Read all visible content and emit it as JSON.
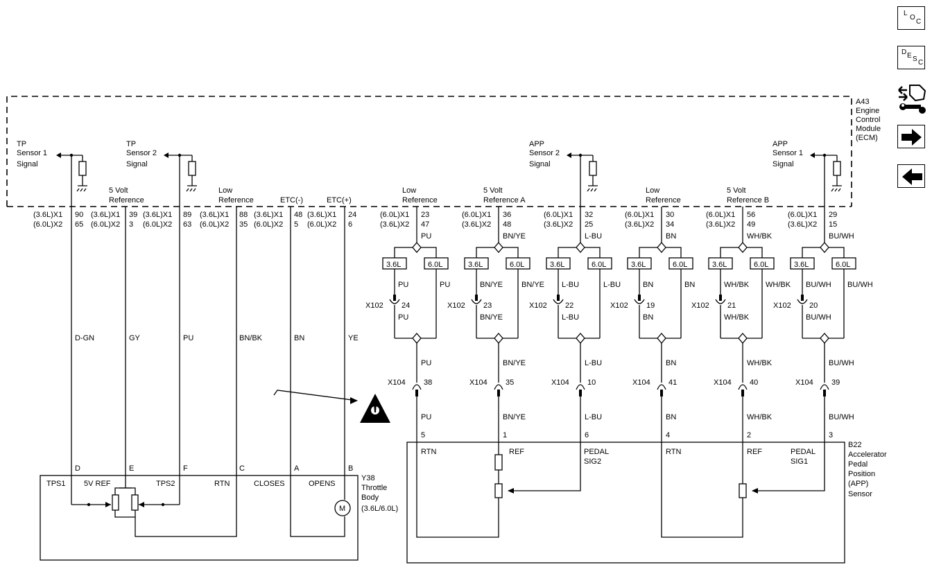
{
  "side_buttons": {
    "loc": {
      "l1": "L",
      "l2": "O",
      "l3": "C"
    },
    "desc": {
      "l1": "D",
      "l2": "E",
      "l3": "S",
      "l4": "C"
    }
  },
  "ecm": {
    "lines": [
      "A43",
      "Engine",
      "Control",
      "Module",
      "(ECM)"
    ]
  },
  "throttle": {
    "lines": [
      "Y38",
      "Throttle",
      "Body",
      "(3.6L/6.0L)"
    ]
  },
  "app": {
    "lines": [
      "B22",
      "Accelerator",
      "Pedal",
      "Position",
      "(APP)",
      "Sensor"
    ]
  },
  "signals": {
    "tp1": [
      "TP",
      "Sensor 1",
      "Signal"
    ],
    "tp2": [
      "TP",
      "Sensor 2",
      "Signal"
    ],
    "app2": [
      "APP",
      "Sensor 2",
      "Signal"
    ],
    "app1": [
      "APP",
      "Sensor 1",
      "Signal"
    ]
  },
  "refs": {
    "fivev": [
      "5 Volt",
      "Reference"
    ],
    "low": [
      "Low",
      "Reference"
    ],
    "etcm": "ETC(-)",
    "etcp": "ETC(+)",
    "low_b": [
      "Low",
      "Reference"
    ],
    "fivev_a": [
      "5 Volt",
      "Reference A"
    ],
    "low_c": [
      "Low",
      "Reference"
    ],
    "fivev_b": [
      "5 Volt",
      "Reference B"
    ]
  },
  "connectors_left": [
    {
      "l1": "(3.6L)X1",
      "l2": "(6.0L)X2",
      "p1": "90",
      "p2": "65"
    },
    {
      "l1": "(3.6L)X1",
      "l2": "(6.0L)X2",
      "p1": "39",
      "p2": "3"
    },
    {
      "l1": "(3.6L)X1",
      "l2": "(6.0L)X2",
      "p1": "89",
      "p2": "63"
    },
    {
      "l1": "(3.6L)X1",
      "l2": "(6.0L)X2",
      "p1": "88",
      "p2": "35"
    },
    {
      "l1": "(3.6L)X1",
      "l2": "(6.0L)X2",
      "p1": "48",
      "p2": "5"
    },
    {
      "l1": "(3.6L)X1",
      "l2": "(6.0L)X2",
      "p1": "24",
      "p2": "6"
    }
  ],
  "left_wire_colors": [
    "D-GN",
    "GY",
    "PU",
    "BN/BK",
    "BN",
    "YE"
  ],
  "throttle_pins": [
    "D",
    "E",
    "F",
    "C",
    "A",
    "B"
  ],
  "throttle_labels": {
    "tps1": "TPS1",
    "fivev": "5V REF",
    "tps2": "TPS2",
    "rtn": "RTN",
    "closes": "CLOSES",
    "opens": "OPENS",
    "motor": "M"
  },
  "app_circuits": [
    {
      "c1": "(6.0L)X1",
      "c2": "(3.6L)X2",
      "p1": "23",
      "p2": "47",
      "ecm_color": "PU",
      "left_color": "PU",
      "right_color": "PU",
      "x102": "X102",
      "x102_pin": "24",
      "x102_color": "PU",
      "mid_color": "PU",
      "x104": "X104",
      "x104_pin": "38",
      "bottom_color": "PU",
      "app_pin": "5"
    },
    {
      "c1": "(6.0L)X1",
      "c2": "(3.6L)X2",
      "p1": "36",
      "p2": "48",
      "ecm_color": "BN/YE",
      "left_color": "BN/YE",
      "right_color": "BN/YE",
      "x102": "X102",
      "x102_pin": "23",
      "x102_color": "BN/YE",
      "mid_color": "BN/YE",
      "x104": "X104",
      "x104_pin": "35",
      "bottom_color": "BN/YE",
      "app_pin": "1"
    },
    {
      "c1": "(6.0L)X1",
      "c2": "(3.6L)X2",
      "p1": "32",
      "p2": "25",
      "ecm_color": "L-BU",
      "left_color": "L-BU",
      "right_color": "L-BU",
      "x102": "X102",
      "x102_pin": "22",
      "x102_color": "L-BU",
      "mid_color": "L-BU",
      "x104": "X104",
      "x104_pin": "10",
      "bottom_color": "L-BU",
      "app_pin": "6"
    },
    {
      "c1": "(6.0L)X1",
      "c2": "(3.6L)X2",
      "p1": "30",
      "p2": "34",
      "ecm_color": "BN",
      "left_color": "BN",
      "right_color": "BN",
      "x102": "X102",
      "x102_pin": "19",
      "x102_color": "BN",
      "mid_color": "BN",
      "x104": "X104",
      "x104_pin": "41",
      "bottom_color": "BN",
      "app_pin": "4"
    },
    {
      "c1": "(6.0L)X1",
      "c2": "(3.6L)X2",
      "p1": "56",
      "p2": "49",
      "ecm_color": "WH/BK",
      "left_color": "WH/BK",
      "right_color": "WH/BK",
      "x102": "X102",
      "x102_pin": "21",
      "x102_color": "WH/BK",
      "mid_color": "WH/BK",
      "x104": "X104",
      "x104_pin": "40",
      "bottom_color": "WH/BK",
      "app_pin": "2"
    },
    {
      "c1": "(6.0L)X1",
      "c2": "(3.6L)X2",
      "p1": "29",
      "p2": "15",
      "ecm_color": "BU/WH",
      "left_color": "BU/WH",
      "right_color": "BU/WH",
      "x102": "X102",
      "x102_pin": "20",
      "x102_color": "BU/WH",
      "mid_color": "BU/WH",
      "x104": "X104",
      "x104_pin": "39",
      "bottom_color": "BU/WH",
      "app_pin": "3"
    }
  ],
  "engine_tags": {
    "a": "3.6L",
    "b": "6.0L"
  },
  "app_labels": {
    "rtn1": "RTN",
    "ref1": "REF",
    "sig2a": "PEDAL",
    "sig2b": "SIG2",
    "rtn2": "RTN",
    "ref2": "REF",
    "sig1a": "PEDAL",
    "sig1b": "SIG1"
  }
}
